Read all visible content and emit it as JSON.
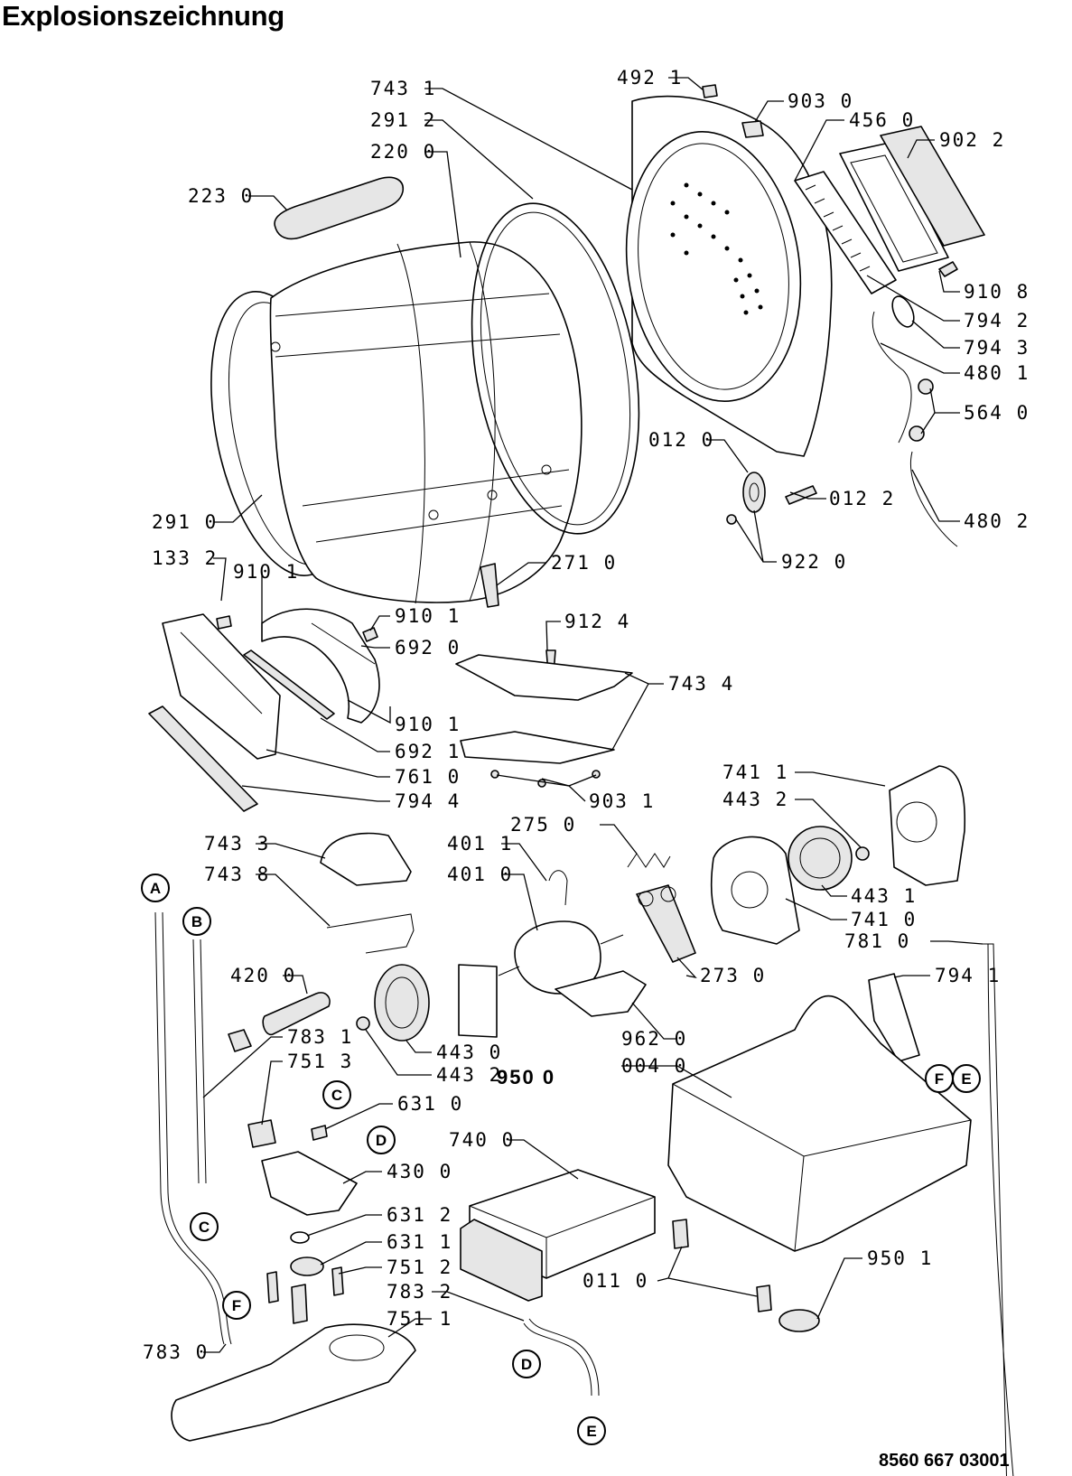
{
  "title": "Explosionszeichnung",
  "document_number": "8560 667 03001",
  "labels": [
    {
      "id": "l-743-1",
      "text": "743 1"
    },
    {
      "id": "l-291-2",
      "text": "291 2"
    },
    {
      "id": "l-220-0",
      "text": "220 0"
    },
    {
      "id": "l-223-0",
      "text": "223 0"
    },
    {
      "id": "l-492-1",
      "text": "492 1"
    },
    {
      "id": "l-903-0",
      "text": "903 0"
    },
    {
      "id": "l-456-0",
      "text": "456 0"
    },
    {
      "id": "l-902-2",
      "text": "902 2"
    },
    {
      "id": "l-910-8",
      "text": "910 8"
    },
    {
      "id": "l-794-2",
      "text": "794 2"
    },
    {
      "id": "l-794-3",
      "text": "794 3"
    },
    {
      "id": "l-480-1",
      "text": "480 1"
    },
    {
      "id": "l-564-0",
      "text": "564 0"
    },
    {
      "id": "l-012-0",
      "text": "012 0"
    },
    {
      "id": "l-012-2",
      "text": "012 2"
    },
    {
      "id": "l-480-2",
      "text": "480 2"
    },
    {
      "id": "l-922-0",
      "text": "922 0"
    },
    {
      "id": "l-291-0",
      "text": "291 0"
    },
    {
      "id": "l-271-0",
      "text": "271 0"
    },
    {
      "id": "l-133-2",
      "text": "133 2"
    },
    {
      "id": "l-910-1a",
      "text": "910 1"
    },
    {
      "id": "l-910-1b",
      "text": "910 1"
    },
    {
      "id": "l-692-0",
      "text": "692 0"
    },
    {
      "id": "l-912-4",
      "text": "912 4"
    },
    {
      "id": "l-743-4",
      "text": "743 4"
    },
    {
      "id": "l-910-1c",
      "text": "910 1"
    },
    {
      "id": "l-692-1",
      "text": "692 1"
    },
    {
      "id": "l-761-0",
      "text": "761 0"
    },
    {
      "id": "l-794-4",
      "text": "794 4"
    },
    {
      "id": "l-903-1",
      "text": "903 1"
    },
    {
      "id": "l-741-1",
      "text": "741 1"
    },
    {
      "id": "l-443-2a",
      "text": "443 2"
    },
    {
      "id": "l-275-0",
      "text": "275 0"
    },
    {
      "id": "l-743-3",
      "text": "743 3"
    },
    {
      "id": "l-401-1",
      "text": "401 1"
    },
    {
      "id": "l-743-8",
      "text": "743 8"
    },
    {
      "id": "l-401-0",
      "text": "401 0"
    },
    {
      "id": "l-443-1",
      "text": "443 1"
    },
    {
      "id": "l-741-0",
      "text": "741 0"
    },
    {
      "id": "l-781-0",
      "text": "781 0"
    },
    {
      "id": "l-420-0",
      "text": "420 0"
    },
    {
      "id": "l-273-0",
      "text": "273 0"
    },
    {
      "id": "l-794-1",
      "text": "794 1"
    },
    {
      "id": "l-783-1",
      "text": "783 1"
    },
    {
      "id": "l-751-3",
      "text": "751 3"
    },
    {
      "id": "l-443-0",
      "text": "443 0"
    },
    {
      "id": "l-962-0",
      "text": "962 0"
    },
    {
      "id": "l-443-2b",
      "text": "443 2"
    },
    {
      "id": "l-950-0",
      "text": "950 0"
    },
    {
      "id": "l-004-0",
      "text": "004 0"
    },
    {
      "id": "l-631-0",
      "text": "631 0"
    },
    {
      "id": "l-740-0",
      "text": "740 0"
    },
    {
      "id": "l-430-0",
      "text": "430 0"
    },
    {
      "id": "l-631-2",
      "text": "631 2"
    },
    {
      "id": "l-631-1",
      "text": "631 1"
    },
    {
      "id": "l-751-2",
      "text": "751 2"
    },
    {
      "id": "l-950-1",
      "text": "950 1"
    },
    {
      "id": "l-011-0",
      "text": "011 0"
    },
    {
      "id": "l-783-2",
      "text": "783 2"
    },
    {
      "id": "l-751-1",
      "text": "751 1"
    },
    {
      "id": "l-783-0",
      "text": "783 0"
    }
  ],
  "markers": {
    "A": "A",
    "B": "B",
    "C": "C",
    "D": "D",
    "E": "E",
    "F": "F"
  }
}
